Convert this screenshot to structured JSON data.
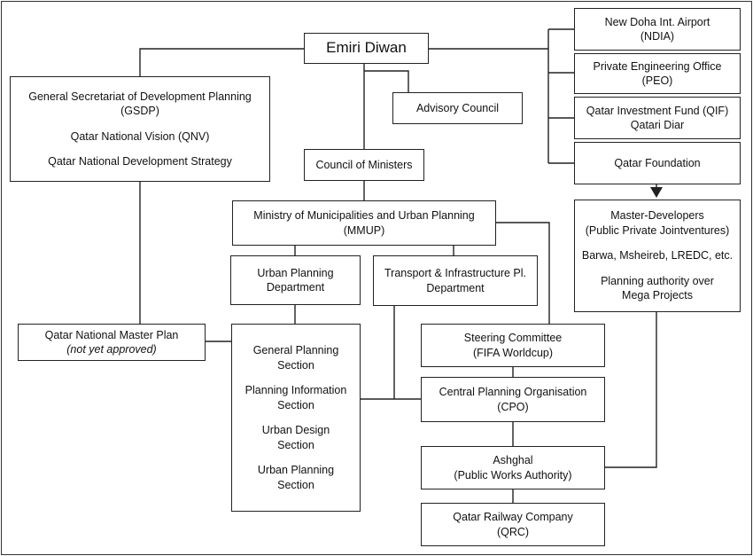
{
  "nodes": {
    "emiri_diwan": {
      "lines": [
        "Emiri Diwan"
      ]
    },
    "gsdp": {
      "lines": [
        "General Secretariat of Development Planning",
        "(GSDP)",
        "",
        "Qatar National Vision (QNV)",
        "",
        "Qatar National Development Strategy"
      ]
    },
    "advisory_council": {
      "lines": [
        "Advisory Council"
      ]
    },
    "council_of_ministers": {
      "lines": [
        "Council of Ministers"
      ]
    },
    "ndia": {
      "lines": [
        "New Doha Int. Airport",
        "(NDIA)"
      ]
    },
    "peo": {
      "lines": [
        "Private Engineering Office",
        "(PEO)"
      ]
    },
    "qif": {
      "lines": [
        "Qatar Investment Fund (QIF)",
        "Qatari Diar"
      ]
    },
    "qatar_foundation": {
      "lines": [
        "Qatar Foundation"
      ]
    },
    "mmup": {
      "lines": [
        "Ministry of Municipalities and Urban Planning",
        "(MMUP)"
      ]
    },
    "master_developers": {
      "lines": [
        "Master-Developers",
        "(Public Private Jointventures)",
        "",
        "Barwa, Msheireb, LREDC, etc.",
        "",
        "Planning authority over",
        "Mega Projects"
      ]
    },
    "urban_planning_dept": {
      "lines": [
        "Urban Planning",
        "Department"
      ]
    },
    "transport_dept": {
      "lines": [
        "Transport & Infrastructure Pl.",
        "Department"
      ]
    },
    "master_plan": {
      "lines": [
        "Qatar National Master Plan",
        "(not yet approved)"
      ]
    },
    "sections": {
      "lines": [
        "General Planning",
        "Section",
        "",
        "Planning Information",
        "Section",
        "",
        "Urban Design",
        "Section",
        "",
        "Urban Planning",
        "Section"
      ]
    },
    "steering_committee": {
      "lines": [
        "Steering Committee",
        "(FIFA Worldcup)"
      ]
    },
    "cpo": {
      "lines": [
        "Central Planning Organisation",
        "(CPO)"
      ]
    },
    "ashghal": {
      "lines": [
        "Ashghal",
        "(Public Works Authority)"
      ]
    },
    "qrc": {
      "lines": [
        "Qatar Railway Company",
        "(QRC)"
      ]
    }
  }
}
